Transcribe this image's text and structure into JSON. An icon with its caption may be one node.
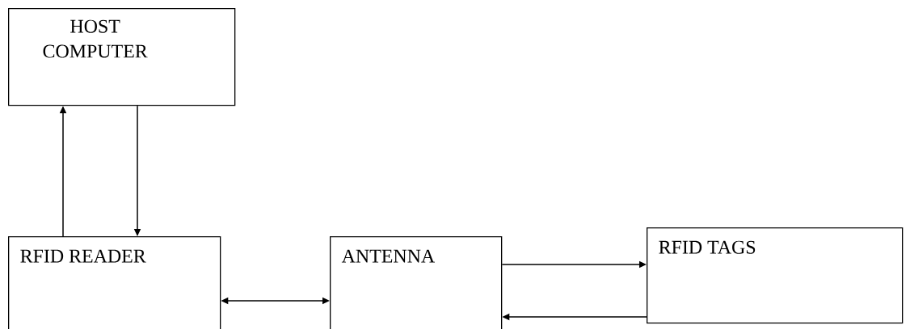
{
  "diagram": {
    "nodes": [
      {
        "text": [
          "HOST COMPUTER"
        ]
      },
      {
        "text": [
          "RFID READER"
        ]
      },
      {
        "text": [
          "ANTENNA"
        ]
      },
      {
        "text": [
          "RFID TAGS"
        ]
      }
    ],
    "edges": [
      {
        "from": 1,
        "to": 0,
        "arrow": "to"
      },
      {
        "from": 0,
        "to": 1,
        "arrow": "to"
      },
      {
        "from": 1,
        "to": 2,
        "arrow": "both"
      },
      {
        "from": 2,
        "to": 3,
        "arrow": "to"
      },
      {
        "from": 3,
        "to": 2,
        "arrow": "to"
      }
    ]
  }
}
